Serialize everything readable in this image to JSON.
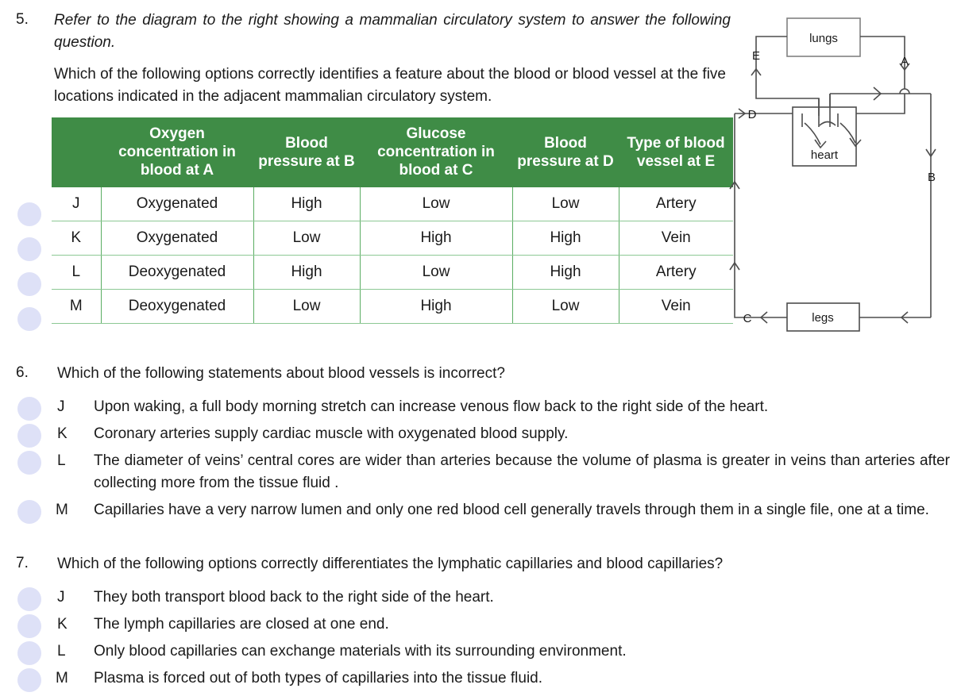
{
  "questions": [
    {
      "number": "5.",
      "stem_italic": "Refer to the diagram to the right showing a mammalian circulatory system to answer the following question.",
      "stem": "Which of the following options correctly identifies a feature about the blood or blood vessel at the five locations indicated in the adjacent mammalian circulatory system."
    },
    {
      "number": "6.",
      "stem": "Which of the following statements about blood vessels is incorrect?",
      "options": [
        {
          "letter": "J",
          "text": "Upon waking, a full body morning stretch can increase venous flow back to the right side of the heart."
        },
        {
          "letter": "K",
          "text": "Coronary arteries supply cardiac muscle with oxygenated blood supply."
        },
        {
          "letter": "L",
          "text": "The diameter of veins’ central cores are wider than arteries because the volume of plasma is greater in veins than arteries after collecting more from the tissue fluid ."
        },
        {
          "letter": "M",
          "text": "Capillaries have a very narrow lumen and only one red blood cell generally travels through them in a single file, one at a time."
        }
      ]
    },
    {
      "number": "7.",
      "stem": "Which of the following options correctly differentiates the lymphatic capillaries and blood capillaries?",
      "options": [
        {
          "letter": "J",
          "text": "They both transport blood back to the right side of the heart."
        },
        {
          "letter": "K",
          "text": "The lymph capillaries are closed at one end."
        },
        {
          "letter": "L",
          "text": "Only blood capillaries can exchange materials with its surrounding environment."
        },
        {
          "letter": "M",
          "text": "Plasma is forced out of both types of capillaries into the tissue fluid."
        }
      ]
    }
  ],
  "table": {
    "headers": [
      "",
      "Oxygen concentration in blood at A",
      "Blood pressure at B",
      "Glucose concentration in blood at C",
      "Blood pressure at D",
      "Type of blood vessel at E"
    ],
    "rows": [
      {
        "letter": "J",
        "cells": [
          "Oxygenated",
          "High",
          "Low",
          "Low",
          "Artery"
        ]
      },
      {
        "letter": "K",
        "cells": [
          "Oxygenated",
          "Low",
          "High",
          "High",
          "Vein"
        ]
      },
      {
        "letter": "L",
        "cells": [
          "Deoxygenated",
          "High",
          "Low",
          "High",
          "Artery"
        ]
      },
      {
        "letter": "M",
        "cells": [
          "Deoxygenated",
          "Low",
          "High",
          "Low",
          "Vein"
        ]
      }
    ],
    "header_color": "#3f8c46",
    "border_color": "#5aad62",
    "bubble_color": "#dee1f7"
  },
  "diagram": {
    "boxes": {
      "lungs": "lungs",
      "heart": "heart",
      "legs": "legs"
    },
    "labels": {
      "a": "A",
      "b": "B",
      "c": "C",
      "d": "D",
      "e": "E"
    },
    "line_color": "#4d4d4d"
  }
}
